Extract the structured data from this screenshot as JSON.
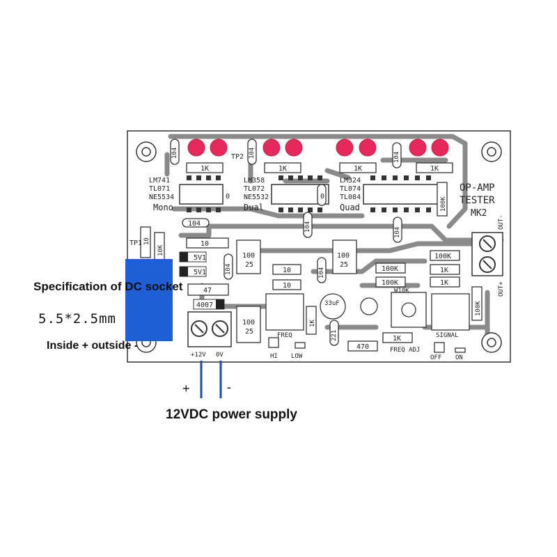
{
  "annotations": {
    "socket_spec": "Specification of DC socket",
    "socket_size": "5.5*2.5mm",
    "polarity": "Inside + outside -",
    "power_supply": "12VDC power supply",
    "plus": "+",
    "minus": "-"
  },
  "board": {
    "title_line1": "OP-AMP",
    "title_line2": "TESTER",
    "title_line3": "MK2",
    "mono_chips": [
      "LM741",
      "TL071",
      "NE5534"
    ],
    "mono_label": "Mono",
    "dual_chips": [
      "LM358",
      "TL072",
      "NE5532"
    ],
    "dual_label": "Dual",
    "quad_chips": [
      "LM324",
      "TL074",
      "TL084"
    ],
    "quad_label": "Quad",
    "tp1": "TP1",
    "tp2": "TP2",
    "led_resistor": "1K",
    "cap_104": "104",
    "res_10": "10",
    "res_10k": "10K",
    "res_100k": "100K",
    "res_1k": "1K",
    "res_47": "47",
    "res_470": "470",
    "zener": "5V1",
    "diode": "4007",
    "cap_100_25_a": "100",
    "cap_100_25_b": "25",
    "cap_33uf": "33uF",
    "cap_221": "221",
    "cap_0": "0",
    "pot_label": "W10K",
    "freq_label": "FREQ",
    "freq_hi": "HI",
    "freq_low": "LOW",
    "freq_adj": "FREQ ADJ",
    "signal_label": "SIGNAL",
    "signal_off": "OFF",
    "signal_on": "ON",
    "out_minus": "OUT-",
    "out_plus": "OUT+",
    "v12": "+12V",
    "v0": "0V"
  },
  "colors": {
    "led": "#e6285a",
    "trace": "#8a8a8a",
    "jack": "#1f5fd6",
    "wire": "#1f4f9f"
  }
}
